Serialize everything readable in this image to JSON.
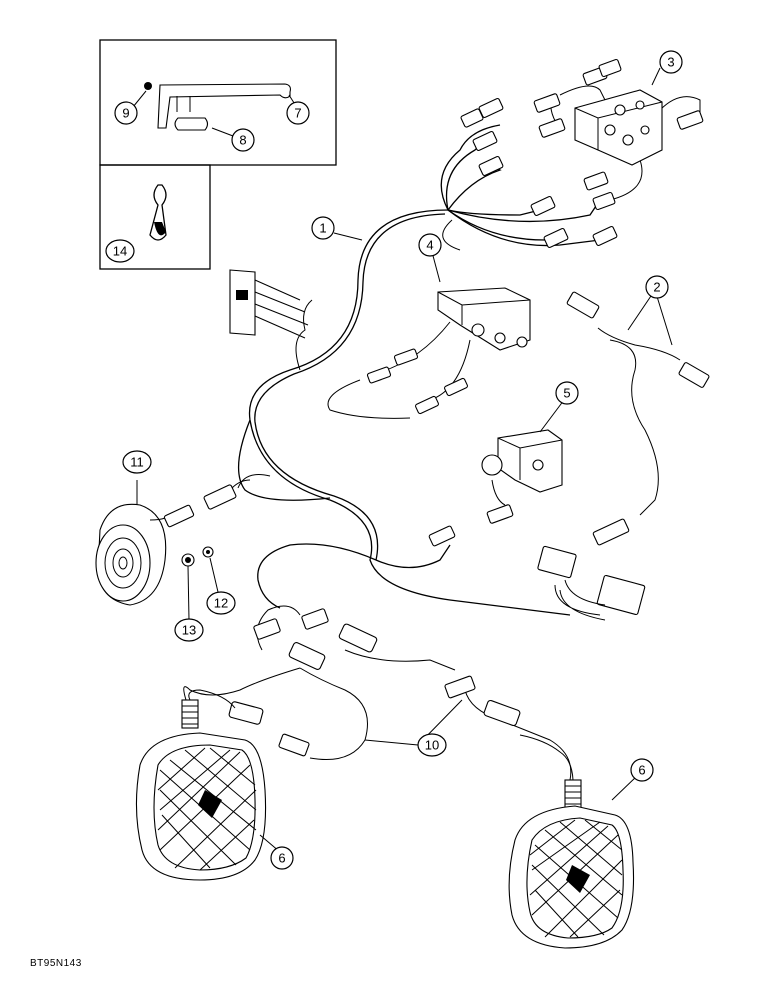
{
  "figure_code": "BT95N143",
  "callouts": {
    "c1": "1",
    "c2": "2",
    "c3": "3",
    "c4": "4",
    "c5": "5",
    "c6a": "6",
    "c6b": "6",
    "c7": "7",
    "c8": "8",
    "c9": "9",
    "c10": "10",
    "c11": "11",
    "c12": "12",
    "c13": "13",
    "c14": "14"
  },
  "colors": {
    "ink": "#000000",
    "paper": "#ffffff"
  }
}
